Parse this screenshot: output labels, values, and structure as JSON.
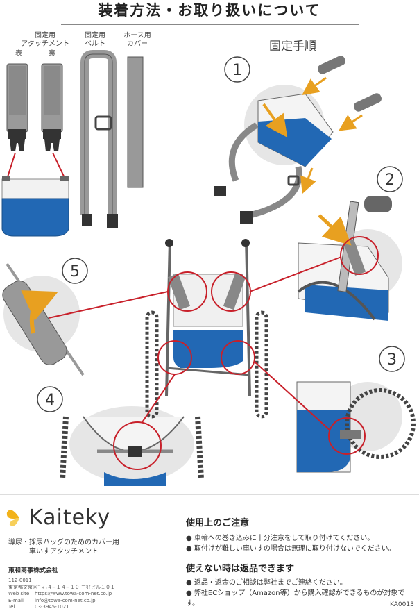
{
  "title": "装着方法・お取り扱いについて",
  "parts": {
    "attachment_label_1": "固定用",
    "attachment_label_2": "アタッチメント",
    "front": "表",
    "back": "裏",
    "belt_label_1": "固定用",
    "belt_label_2": "ベルト",
    "cover_label_1": "ホース用",
    "cover_label_2": "カバー"
  },
  "steps_title": "固定手順",
  "steps": [
    "1",
    "2",
    "3",
    "4",
    "5"
  ],
  "brand": {
    "name": "Kaiteky",
    "subtitle_1": "導尿・採尿バッグのためのカバー用",
    "subtitle_2": "車いすアタッチメント"
  },
  "company": {
    "name": "東和商事株式会社",
    "postal": "112-0011",
    "address": "東京都文京区千石４−１４−１０ 三好ビル１０１",
    "web_label": "Web site",
    "web": "https://www.towa-com-net.co.jp",
    "email_label": "E-mail",
    "email": "info@towa-com-net.co.jp",
    "tel_label": "Tel",
    "tel": "03-3945-1021"
  },
  "cautions": {
    "heading": "使用上のご注意",
    "items": [
      "車輪への巻き込みに十分注意をして取り付けてください。",
      "取付けが難しい車いすの場合は無理に取り付けないでください。"
    ]
  },
  "returns": {
    "heading": "使えない時は返品できます",
    "items": [
      "返品・返金のご相談は弊社までご連絡ください。",
      "弊社ECショップ（Amazon等）から購入確認ができるものが対象です。"
    ]
  },
  "product_code": "KA0013",
  "colors": {
    "bag_blue": "#2268b4",
    "callout_red": "#c8202a",
    "arrow_orange": "#e8a020",
    "part_gray": "#8f8f8f"
  }
}
